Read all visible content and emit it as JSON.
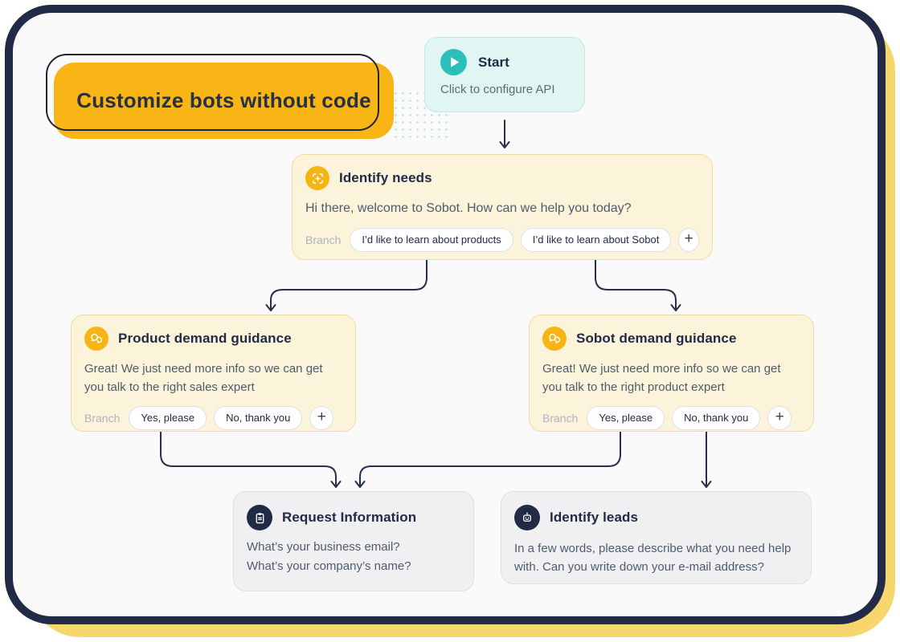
{
  "banner": {
    "label": "Customize bots without code"
  },
  "nodes": {
    "start": {
      "title": "Start",
      "subtitle": "Click to configure API"
    },
    "identify_needs": {
      "title": "Identify needs",
      "message": "Hi there, welcome to Sobot. How can we help you today?",
      "branch_label": "Branch",
      "branches": [
        "I’d like to learn about products",
        "I’d like to learn about Sobot"
      ],
      "add_button": "+"
    },
    "product_guidance": {
      "title": "Product demand guidance",
      "message": "Great! We just need more info so we can get you talk to the right sales expert",
      "branch_label": "Branch",
      "branches": [
        "Yes, please",
        "No, thank you"
      ],
      "add_button": "+"
    },
    "sobot_guidance": {
      "title": "Sobot demand guidance",
      "message": "Great! We just need more info so we can get you talk to the right product expert",
      "branch_label": "Branch",
      "branches": [
        "Yes, please",
        "No, thank you"
      ],
      "add_button": "+"
    },
    "request_information": {
      "title": "Request Information",
      "lines": [
        "What’s your business email?",
        "What’s your company’s name?"
      ]
    },
    "identify_leads": {
      "title": "Identify leads",
      "message": "In a few words, please describe what you need help with. Can you write down your e-mail address?"
    }
  },
  "colors": {
    "accent_yellow": "#F9B415",
    "accent_shadow": "#F8D66E",
    "frame_border": "#222B45",
    "teal": "#2ABFB8",
    "cream_node_bg": "#FCF4DA",
    "cream_node_border": "#F2DB9B",
    "gray_node_bg": "#F0F0F3",
    "dark_text": "#222B45",
    "body_text": "#4F5B6C",
    "connector": "#27304A"
  }
}
